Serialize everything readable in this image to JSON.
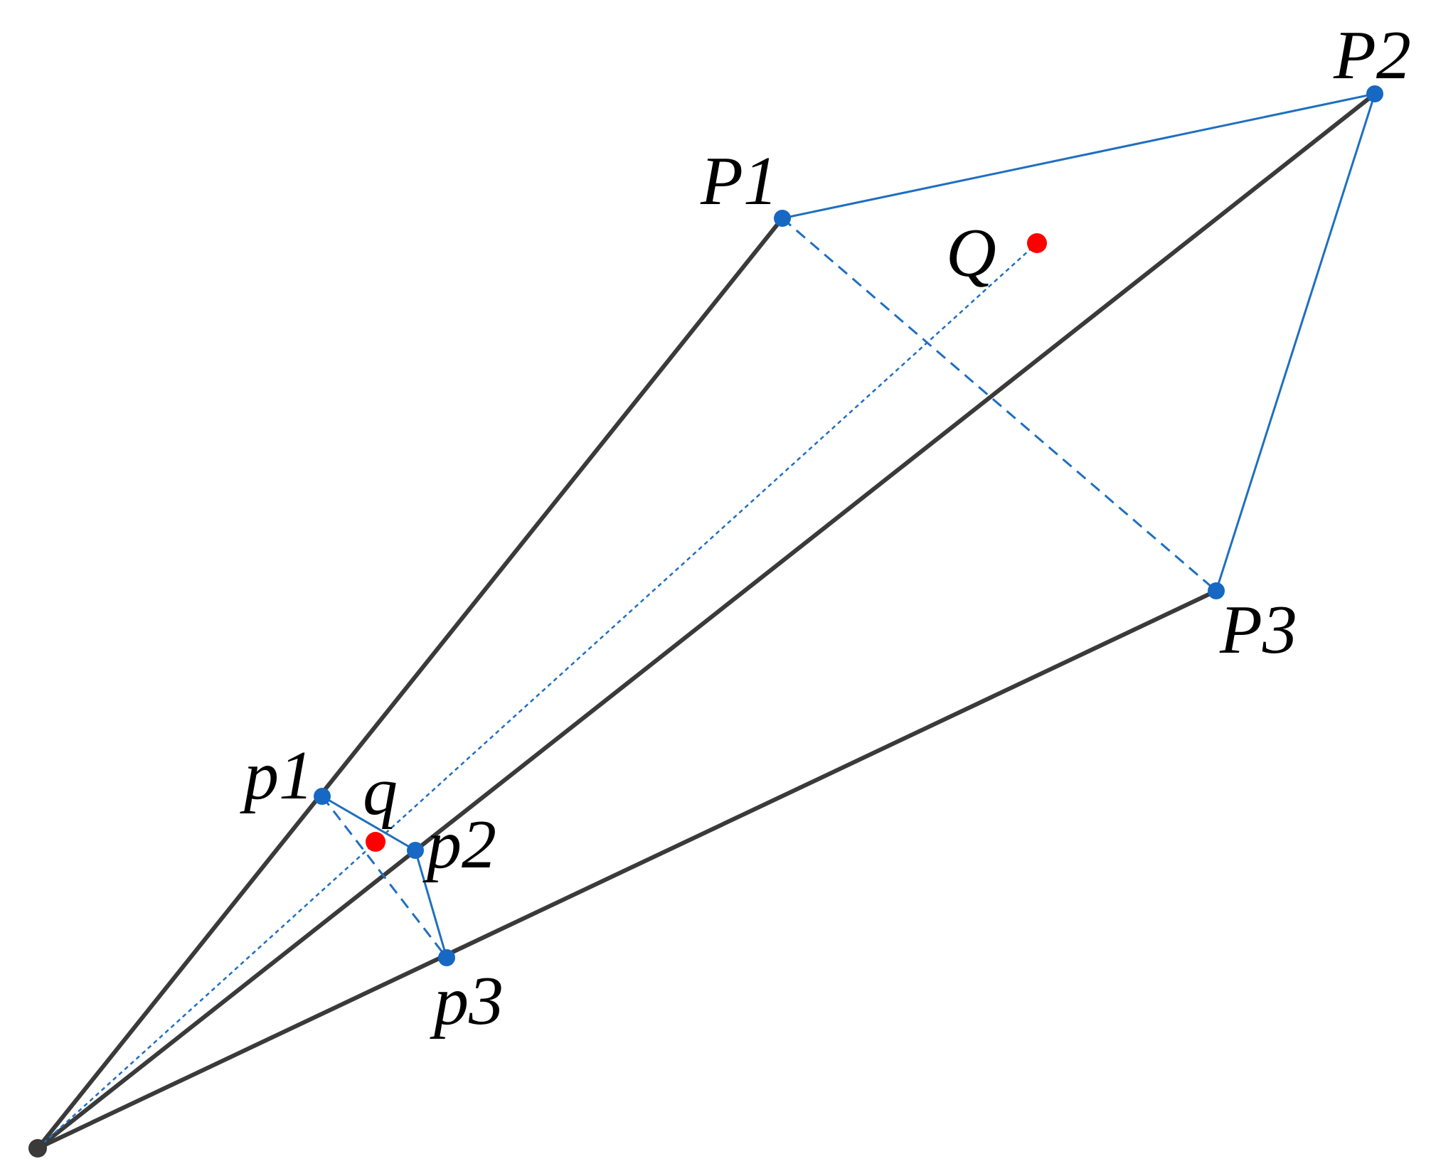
{
  "labels": {
    "P1": "P1",
    "P2": "P2",
    "P3": "P3",
    "Q": "Q",
    "p1": "p1",
    "p2": "p2",
    "p3": "p3",
    "q": "q"
  },
  "colors": {
    "projection_ray": "#3a3a3a",
    "triangle_edge": "#1f6fc0",
    "vertex": "#1668c3",
    "target_point": "#ff0000",
    "camera_center": "#3a3a3a"
  }
}
